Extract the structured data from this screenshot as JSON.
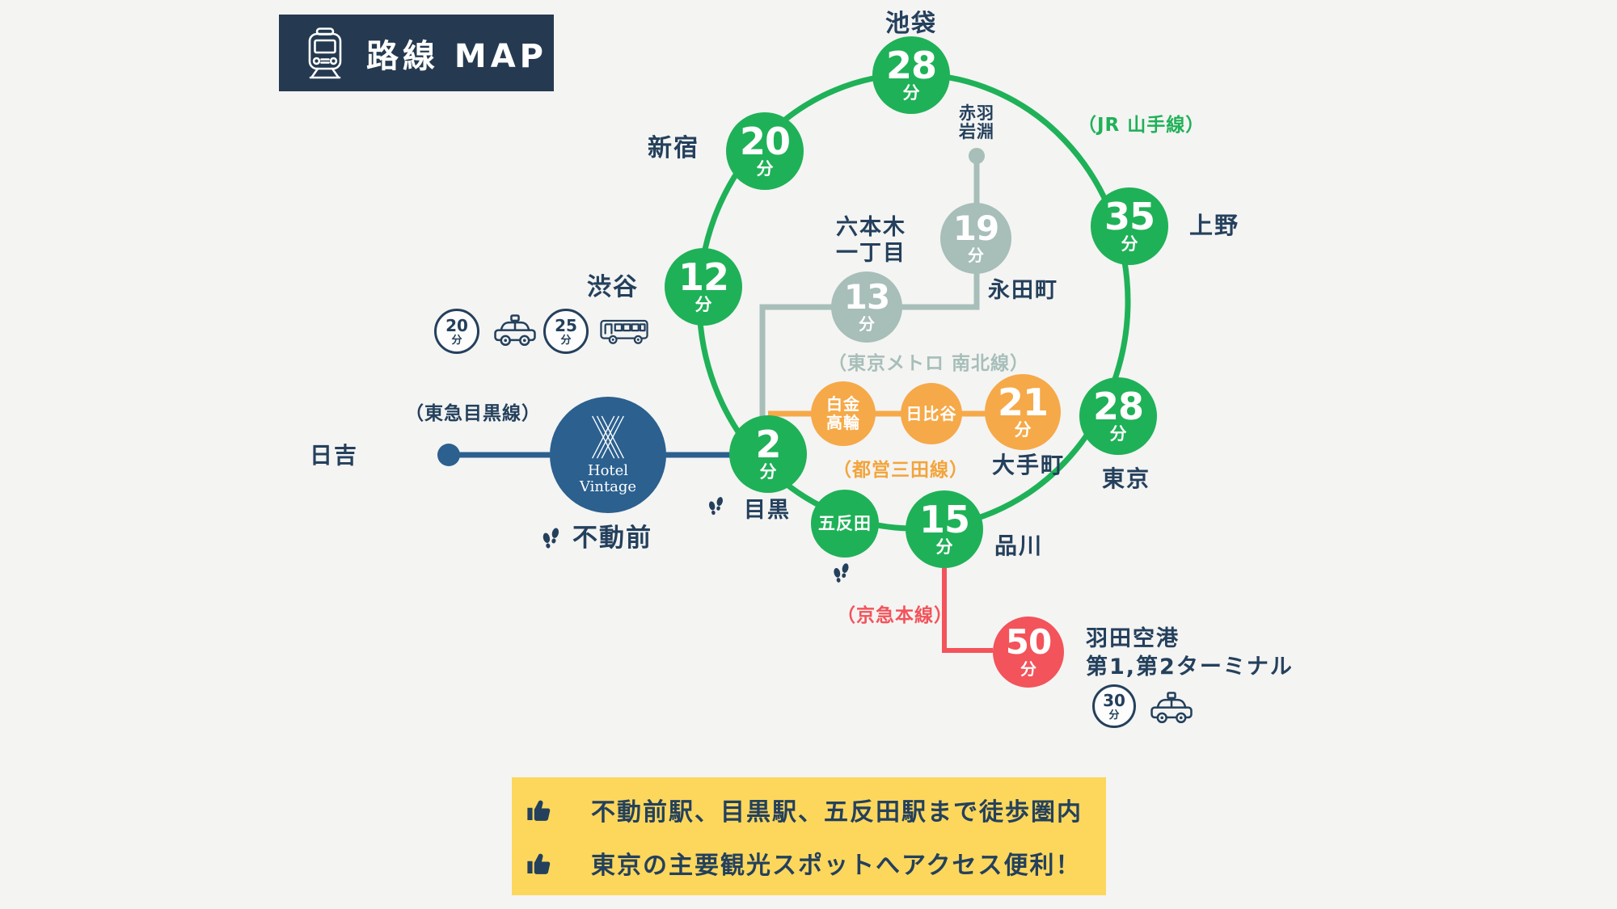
{
  "header": {
    "title": "路線 MAP"
  },
  "units": {
    "min": "分"
  },
  "palette": {
    "background": "#f4f4f3",
    "navy_text": "#24405c",
    "header_bg": "#253a50",
    "hotel_navy": "#2b608f",
    "yamanote_green": "#1fb157",
    "namboku_gray": "#a7beb9",
    "mita_orange": "#f6a948",
    "keikyu_red": "#f3535a",
    "banner_yellow": "#fcd75c"
  },
  "icons": {
    "header": "train-icon",
    "shibuya_access_1": "taxi-icon",
    "shibuya_access_2": "bus-icon",
    "haneda_access": "taxi-icon",
    "walk": "footprints-icon",
    "highlight": "thumbs-up-icon"
  },
  "lines": {
    "yamanote_label": "（JR 山手線）",
    "namboku_label": "（東京メトロ 南北線）",
    "mita_label": "（都営三田線）",
    "tokyu_label": "（東急目黒線）",
    "keikyu_label": "（京急本線）"
  },
  "hotel": {
    "line1": "Hotel",
    "line2": "Vintage",
    "station": "不動前"
  },
  "stations": {
    "ikebukuro": {
      "name": "池袋",
      "time": "28"
    },
    "shinjuku": {
      "name": "新宿",
      "time": "20"
    },
    "shibuya": {
      "name": "渋谷",
      "time": "12"
    },
    "meguro": {
      "name": "目黒",
      "time": "2"
    },
    "gotanda": {
      "name": "五反田"
    },
    "shinagawa": {
      "name": "品川",
      "time": "15"
    },
    "tokyo": {
      "name": "東京",
      "time": "28"
    },
    "ueno": {
      "name": "上野",
      "time": "35"
    },
    "otemachi": {
      "name": "大手町",
      "time": "21"
    },
    "nagatacho": {
      "name": "永田町",
      "time": "19"
    },
    "roppongi": {
      "line1": "六本木",
      "line2": "一丁目",
      "time": "13"
    },
    "akabane": {
      "line1": "赤羽",
      "line2": "岩淵"
    },
    "shirokane": {
      "line1": "白金",
      "line2": "高輪"
    },
    "hibiya": {
      "name": "日比谷"
    },
    "hiyoshi": {
      "name": "日吉"
    },
    "haneda": {
      "line1": "羽田空港",
      "line2": "第1,第2ターミナル",
      "time": "50"
    }
  },
  "road_access": {
    "shibuya_taxi": {
      "time": "20"
    },
    "shibuya_bus": {
      "time": "25"
    },
    "haneda_taxi": {
      "time": "30"
    }
  },
  "banner": {
    "items": [
      "不動前駅、目黒駅、五反田駅まで徒歩圏内",
      "東京の主要観光スポットへアクセス便利！"
    ]
  }
}
